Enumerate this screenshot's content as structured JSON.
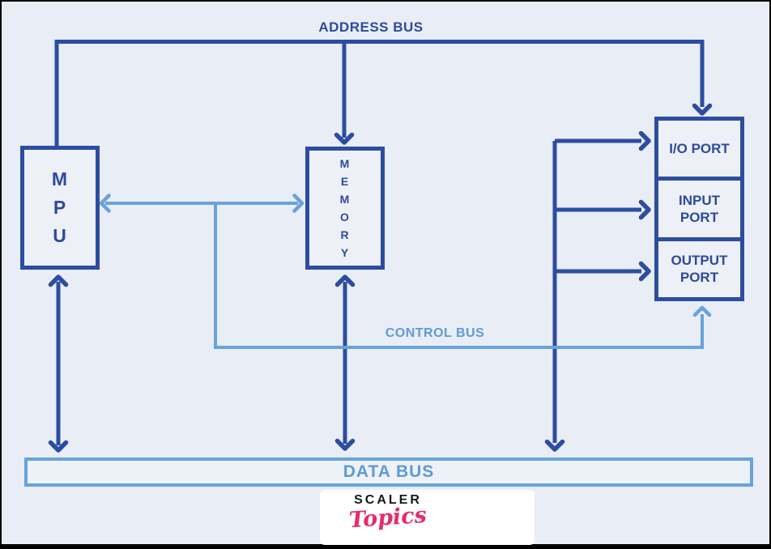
{
  "colors": {
    "background": "#e9edf5",
    "dark_blue": "#2c4da0",
    "dark_text": "#2d4a9d",
    "light_blue": "#68a3da",
    "light_blue_text": "#5f9bd3",
    "logo_black": "#17181a",
    "logo_pink": "#e62c6b"
  },
  "diagram": {
    "address_bus_label": "ADDRESS BUS",
    "control_bus_label": "CONTROL BUS",
    "data_bus_label": "DATA BUS",
    "mpu": {
      "letters": [
        "M",
        "P",
        "U"
      ]
    },
    "memory": {
      "letters": [
        "M",
        "E",
        "M",
        "O",
        "R",
        "Y"
      ]
    },
    "ports": {
      "cells": [
        "I/O PORT",
        "INPUT PORT",
        "OUTPUT PORT"
      ]
    }
  },
  "logo": {
    "brand": "SCALER",
    "sub": "Topics"
  }
}
